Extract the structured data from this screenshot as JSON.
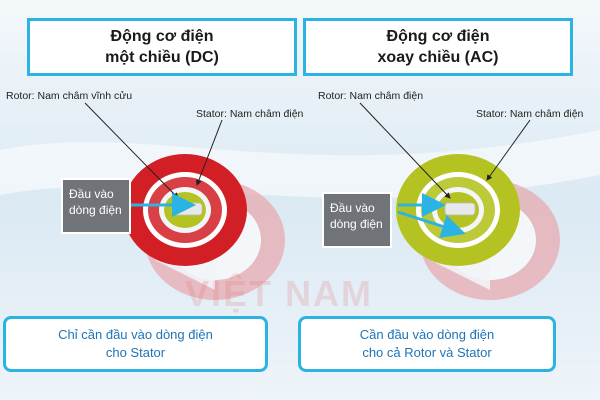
{
  "dc": {
    "title_line1": "Động cơ điện",
    "title_line2": "một chiều (DC)",
    "rotor_label": "Rotor: Nam châm vĩnh cửu",
    "stator_label": "Stator: Nam châm điện",
    "input_line1": "Đầu vào",
    "input_line2": "dòng điện",
    "note_line1": "Chỉ cần đầu vào dòng điện",
    "note_line2": "cho Stator",
    "ring_color": "#d21f26"
  },
  "ac": {
    "title_line1": "Động cơ điện",
    "title_line2": "xoay chiều (AC)",
    "rotor_label": "Rotor: Nam châm điện",
    "stator_label": "Stator: Nam châm điện",
    "input_line1": "Đầu vào",
    "input_line2": "dòng điện",
    "note_line1": "Cần đầu vào dòng điện",
    "note_line2": "cho cả Rotor và Stator",
    "ring_color": "#b5c322"
  },
  "watermark": "VIỆT NAM",
  "colors": {
    "accent": "#2bb3e3",
    "input_box": "#707478",
    "note_text": "#1e74b8"
  }
}
